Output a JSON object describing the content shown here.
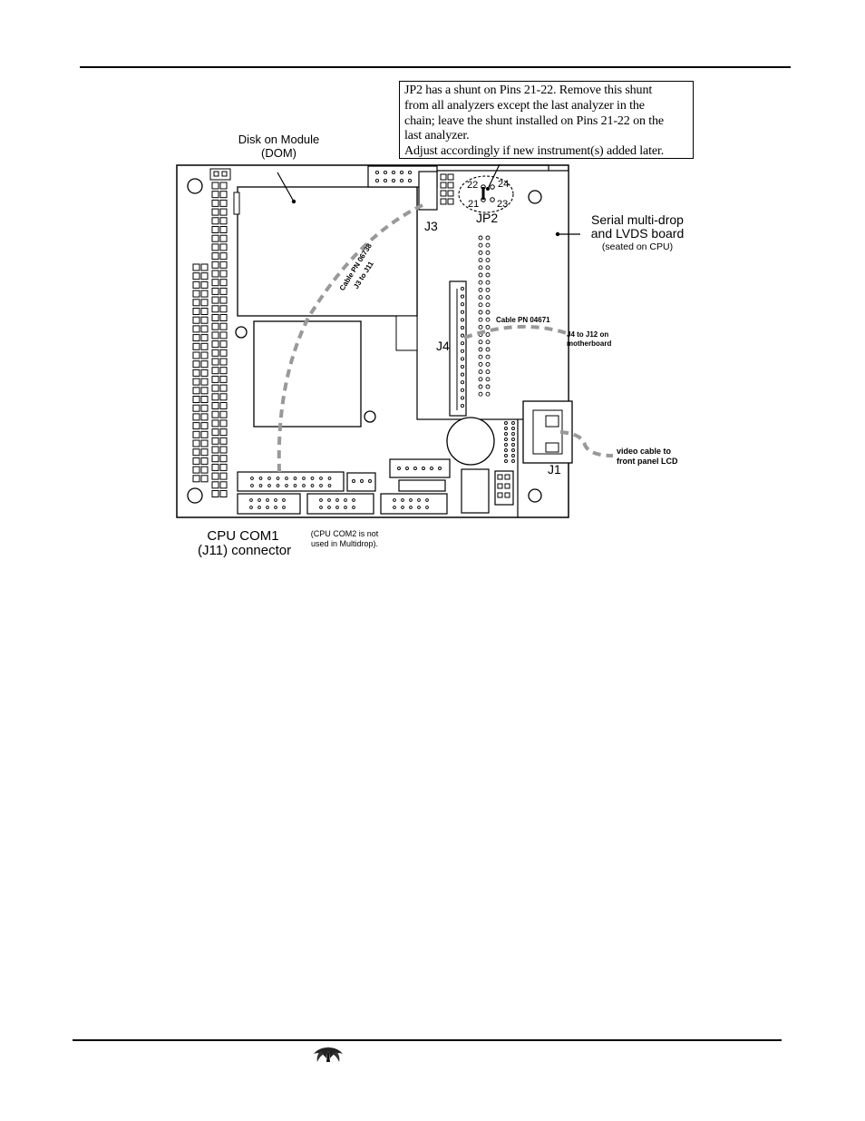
{
  "note": {
    "lines": [
      "JP2 has a shunt on Pins 21-22. Remove this shunt",
      "from all analyzers except the last analyzer in the",
      "chain; leave the shunt installed on Pins 21-22 on the",
      "last analyzer.",
      "Adjust accordingly if new instrument(s) added later."
    ]
  },
  "labels": {
    "dom_line1": "Disk on Module",
    "dom_line2": "(DOM)",
    "serial_line1": "Serial multi-drop",
    "serial_line2": "and LVDS board",
    "serial_line3": "(seated on CPU)",
    "j3": "J3",
    "jp2": "JP2",
    "j4": "J4",
    "j1": "J1",
    "pin22": "22",
    "pin24": "24",
    "pin21": "21",
    "pin23": "23",
    "cable_j3_line1": "Cable PN 06738",
    "cable_j3_line2": "J3 to J11",
    "cable_j4": "Cable PN 04671",
    "j4_j12_line1": "J4 to J12 on",
    "j4_j12_line2": "motherboard",
    "video_line1": "video cable to",
    "video_line2": "front panel LCD",
    "com1_line1": "CPU COM1",
    "com1_line2": "(J11) connector",
    "com2_line1": "(CPU COM2 is not",
    "com2_line2": "used in Multidrop)."
  },
  "logo": {
    "name": "teledyne-logo-icon"
  }
}
